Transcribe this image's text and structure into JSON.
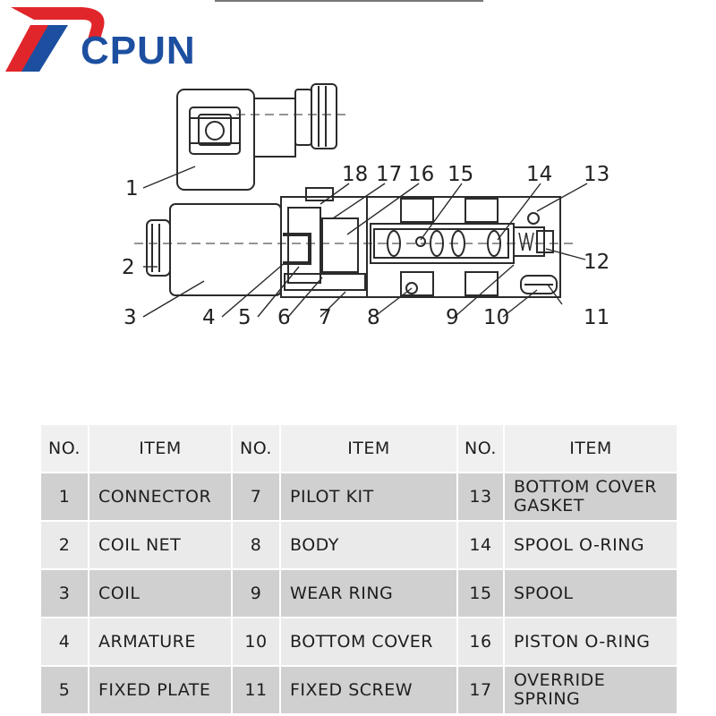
{
  "logo": {
    "text": "CPUN",
    "red": "#e1262b",
    "blue": "#1d4fa0"
  },
  "diagram": {
    "callouts": [
      "1",
      "2",
      "3",
      "4",
      "5",
      "6",
      "7",
      "8",
      "9",
      "10",
      "11",
      "12",
      "13",
      "14",
      "15",
      "16",
      "17",
      "18"
    ]
  },
  "table": {
    "headers": [
      "NO.",
      "ITEM",
      "NO.",
      "ITEM",
      "NO.",
      "ITEM"
    ],
    "rows": [
      [
        {
          "no": "1",
          "item": "CONNECTOR"
        },
        {
          "no": "7",
          "item": "PILOT KIT"
        },
        {
          "no": "13",
          "item": "BOTTOM COVER GASKET"
        }
      ],
      [
        {
          "no": "2",
          "item": "COIL NET"
        },
        {
          "no": "8",
          "item": "BODY"
        },
        {
          "no": "14",
          "item": "SPOOL O-RING"
        }
      ],
      [
        {
          "no": "3",
          "item": "COIL"
        },
        {
          "no": "9",
          "item": "WEAR RING"
        },
        {
          "no": "15",
          "item": "SPOOL"
        }
      ],
      [
        {
          "no": "4",
          "item": "ARMATURE"
        },
        {
          "no": "10",
          "item": "BOTTOM COVER"
        },
        {
          "no": "16",
          "item": "PISTON O-RING"
        }
      ],
      [
        {
          "no": "5",
          "item": "FIXED PLATE"
        },
        {
          "no": "11",
          "item": "FIXED SCREW"
        },
        {
          "no": "17",
          "item": "OVERRIDE SPRING"
        }
      ]
    ]
  }
}
